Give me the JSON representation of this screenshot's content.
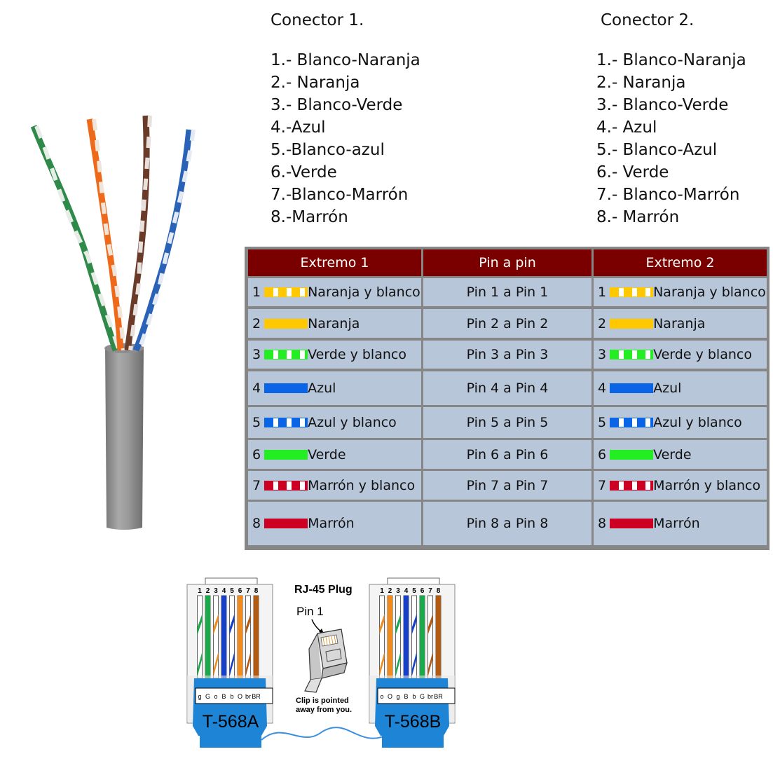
{
  "connector1": {
    "title": "Conector 1.",
    "items": [
      "1.- Blanco-Naranja",
      "2.- Naranja",
      "3.- Blanco-Verde",
      "4.-Azul",
      "5.-Blanco-azul",
      "6.-Verde",
      "7.-Blanco-Marrón",
      "8.-Marrón"
    ]
  },
  "connector2": {
    "title": "Conector 2.",
    "items": [
      "1.- Blanco-Naranja",
      "2.- Naranja",
      "3.- Blanco-Verde",
      "4.- Azul",
      "5.- Blanco-Azul",
      "6.- Verde",
      "7.- Blanco-Marrón",
      "8.- Marrón"
    ]
  },
  "table": {
    "headers": [
      "Extremo 1",
      "Pin a pin",
      "Extremo 2"
    ],
    "rows": [
      {
        "num": "1",
        "left": "Naranja y blanco",
        "mid": "Pin 1 a Pin 1",
        "right": "Naranja y blanco",
        "color": "#ffc800",
        "striped": true
      },
      {
        "num": "2",
        "left": "Naranja",
        "mid": "Pin 2 a Pin 2",
        "right": "Naranja",
        "color": "#ffc800",
        "striped": false
      },
      {
        "num": "3",
        "left": "Verde y blanco",
        "mid": "Pin 3 a Pin 3",
        "right": "Verde y blanco",
        "color": "#22ee22",
        "striped": true
      },
      {
        "num": "4",
        "left": "Azul",
        "mid": "Pin 4 a Pin 4",
        "right": "Azul",
        "color": "#0a64e6",
        "striped": false
      },
      {
        "num": "5",
        "left": "Azul y blanco",
        "mid": "Pin 5 a Pin 5",
        "right": "Azul y blanco",
        "color": "#0a64e6",
        "striped": true
      },
      {
        "num": "6",
        "left": "Verde",
        "mid": "Pin 6 a Pin 6",
        "right": "Verde",
        "color": "#22ee22",
        "striped": false
      },
      {
        "num": "7",
        "left": "Marrón y blanco",
        "mid": "Pin 7 a Pin 7",
        "right": "Marrón y blanco",
        "color": "#cc0022",
        "striped": true
      },
      {
        "num": "8",
        "left": "Marrón",
        "mid": "Pin 8 a Pin 8",
        "right": "Marrón",
        "color": "#cc0022",
        "striped": false
      }
    ],
    "header_color": "#7a0000",
    "cell_color": "#b8c6da"
  },
  "plug_a": {
    "pin_numbers": [
      "1",
      "2",
      "3",
      "4",
      "5",
      "6",
      "7",
      "8"
    ],
    "codes": [
      "g",
      "G",
      "o",
      "B",
      "b",
      "O",
      "br",
      "BR"
    ],
    "label": "T-568A"
  },
  "plug_b": {
    "pin_numbers": [
      "1",
      "2",
      "3",
      "4",
      "5",
      "6",
      "7",
      "8"
    ],
    "codes": [
      "o",
      "O",
      "g",
      "B",
      "b",
      "G",
      "br",
      "BR"
    ],
    "label": "T-568B"
  },
  "rj45": {
    "title": "RJ-45 Plug",
    "pin_label": "Pin 1",
    "note_line1": "Clip is pointed",
    "note_line2": "away from you."
  }
}
